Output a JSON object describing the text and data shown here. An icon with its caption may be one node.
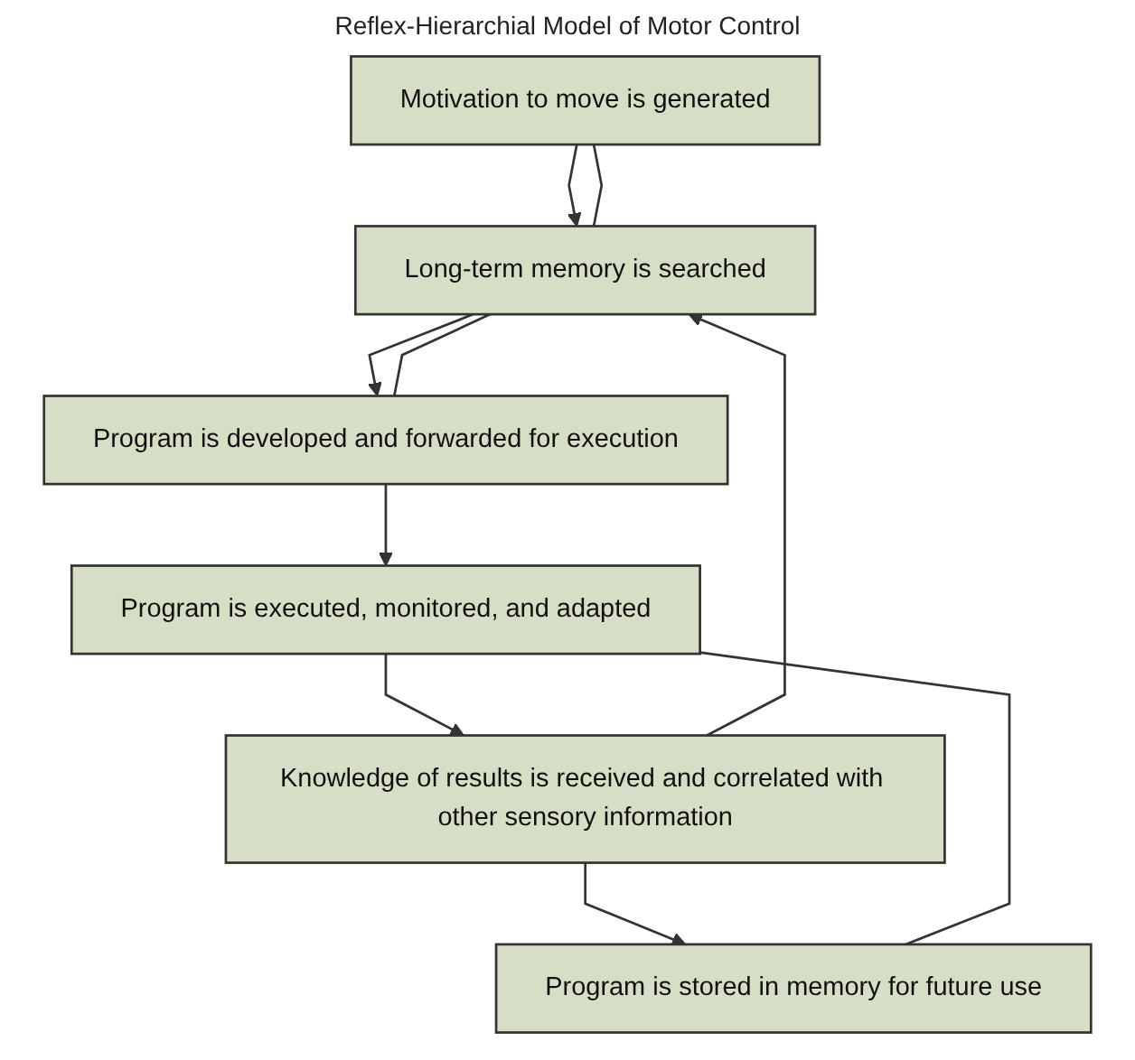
{
  "diagram": {
    "title": "Reflex-Hierarchial Model of Motor Control",
    "nodes": [
      {
        "text": [
          "Motivation to move is generated"
        ]
      },
      {
        "text": [
          "Long-term memory is searched"
        ]
      },
      {
        "text": [
          "Program is developed and forwarded for execution"
        ]
      },
      {
        "text": [
          "Program is executed, monitored, and adapted"
        ]
      },
      {
        "text": [
          "Knowledge of results is received and correlated with other sensory information"
        ]
      },
      {
        "text": [
          "Program is stored in memory for future use"
        ]
      }
    ],
    "edges": [
      {
        "from": 0,
        "to": 1,
        "arrow": "to"
      },
      {
        "from": 1,
        "to": 2,
        "arrow": "to"
      },
      {
        "from": 2,
        "to": 3,
        "arrow": "to"
      },
      {
        "from": 3,
        "to": 4,
        "arrow": "to"
      },
      {
        "from": 4,
        "to": 5,
        "arrow": "to"
      },
      {
        "from": 0,
        "to": 1,
        "arrow": "none"
      },
      {
        "from": 2,
        "to": 1,
        "arrow": "none"
      },
      {
        "from": 4,
        "to": 1,
        "arrow": "to"
      },
      {
        "from": 3,
        "to": 5,
        "arrow": "none"
      }
    ]
  }
}
